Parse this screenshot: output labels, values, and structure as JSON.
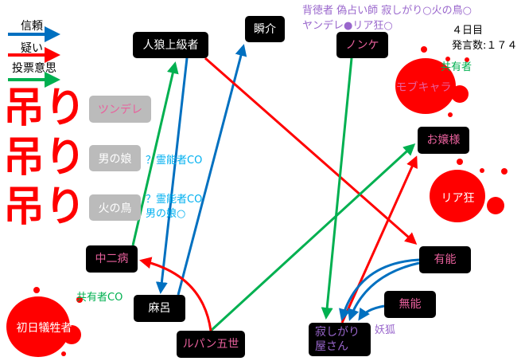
{
  "legend": {
    "trust": "信頼",
    "doubt": "疑い",
    "vote": "投票意思"
  },
  "colors": {
    "trust": "#0070c0",
    "doubt": "#ff0000",
    "vote": "#00b050",
    "pink": "#e8609c",
    "purple": "#9966cc",
    "cyan": "#00b0f0",
    "green": "#00b050"
  },
  "header": {
    "roles_line1": "背徳者 偽占い師 寂しがり○火の鳥○",
    "roles_line2": "ヤンデレ●リア狂○",
    "day": "４日目",
    "post_count": "発言数:１７４"
  },
  "nodes": {
    "werewolf": "人狼上級者",
    "shunsuke": "瞬介",
    "nonke": "ノンケ",
    "mob": "モブキャラ",
    "ojousama": "お嬢様",
    "riakyo": "リア狂",
    "yuunou": "有能",
    "munou": "無能",
    "sabishigari": "寂しがり屋さん",
    "lupin": "ルパン五世",
    "maro": "麻呂",
    "chuunibyou": "中二病",
    "first_victim": "初日犠牲者"
  },
  "hanged": [
    {
      "name": "ツンデレ",
      "mark": "吊り"
    },
    {
      "name": "男の娘",
      "mark": "吊り"
    },
    {
      "name": "火の鳥",
      "mark": "吊り"
    }
  ],
  "annotations": {
    "sharer": "共有者",
    "sharer_co": "共有者CO",
    "fox": "妖狐",
    "medium1": "？霊能者CO",
    "medium2": "？霊能者CO",
    "otokonoko": "男の娘○"
  }
}
